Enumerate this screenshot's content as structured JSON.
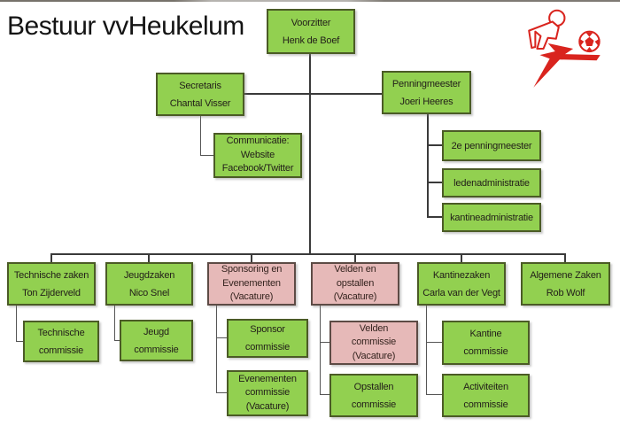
{
  "title": "Bestuur vvHeukelum",
  "colors": {
    "node_green": "#92d050",
    "node_green_border": "#4b5b26",
    "node_pink": "#e6b9b8",
    "node_pink_border": "#5d4b45",
    "connector": "#3a3a3a",
    "logo_red": "#d9241e",
    "text": "#23201a"
  },
  "logo": {
    "icon": "football-player-kicking-ball-logo"
  },
  "nodes": {
    "voorzitter": {
      "lines": [
        "Voorzitter",
        "Henk de Boef"
      ]
    },
    "secretaris": {
      "lines": [
        "Secretaris",
        "Chantal Visser"
      ]
    },
    "communicatie": {
      "lines": [
        "Communicatie:",
        "Website",
        "Facebook/Twitter"
      ]
    },
    "penningmeester": {
      "lines": [
        "Penningmeester",
        "Joeri Heeres"
      ]
    },
    "penningmeester2": {
      "lines": [
        "2e penningmeester"
      ]
    },
    "ledenadministratie": {
      "lines": [
        "ledenadministratie"
      ]
    },
    "kantineadministratie": {
      "lines": [
        "kantineadministratie"
      ]
    },
    "technische_zaken": {
      "lines": [
        "Technische zaken",
        "Ton Zijderveld"
      ]
    },
    "jeugdzaken": {
      "lines": [
        "Jeugdzaken",
        "Nico Snel"
      ]
    },
    "sponsoring": {
      "lines": [
        "Sponsoring en",
        "Evenementen",
        "(Vacature)"
      ]
    },
    "velden": {
      "lines": [
        "Velden en",
        "opstallen",
        "(Vacature)"
      ]
    },
    "kantinezaken": {
      "lines": [
        "Kantinezaken",
        "Carla van der Vegt"
      ]
    },
    "algemene_zaken": {
      "lines": [
        "Algemene Zaken",
        "Rob Wolf"
      ]
    },
    "technische_commissie": {
      "lines": [
        "Technische",
        "commissie"
      ]
    },
    "jeugd_commissie": {
      "lines": [
        "Jeugd",
        "commissie"
      ]
    },
    "sponsor_commissie": {
      "lines": [
        "Sponsor",
        "commissie"
      ]
    },
    "evenementen_commissie": {
      "lines": [
        "Evenementen",
        "commissie",
        "(Vacature)"
      ]
    },
    "velden_commissie": {
      "lines": [
        "Velden",
        "commissie",
        "(Vacature)"
      ]
    },
    "opstallen_commissie": {
      "lines": [
        "Opstallen",
        "commissie"
      ]
    },
    "kantine_commissie": {
      "lines": [
        "Kantine",
        "commissie"
      ]
    },
    "activiteiten_commissie": {
      "lines": [
        "Activiteiten",
        "commissie"
      ]
    }
  }
}
